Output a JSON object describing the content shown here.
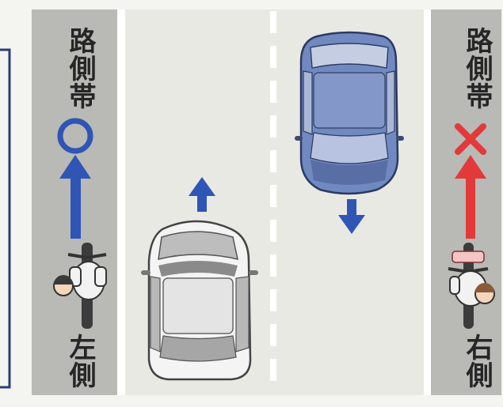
{
  "labels": {
    "left_shoulder": "路側帯",
    "right_shoulder": "路側帯",
    "left_side": "左側",
    "right_side": "右側"
  },
  "marks": {
    "left_ok_symbol": "○",
    "right_ng_symbol": "×"
  },
  "colors": {
    "road": "#e9e9e4",
    "shoulder": "#b9b9b6",
    "lane_line": "#ffffff",
    "ok_blue": "#2f55b5",
    "ng_red": "#e23a3a",
    "car_blue": "#6f86be",
    "car_gray": "#d9d9d9",
    "frame": "#2c3f73"
  },
  "icons": [
    "bicycle-rider-icon",
    "car-icon",
    "arrow-up-icon",
    "arrow-down-icon"
  ]
}
